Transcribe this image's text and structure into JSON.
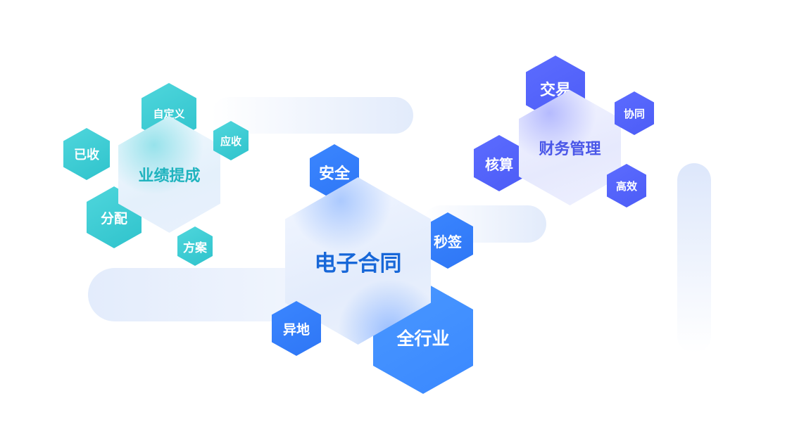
{
  "center": {
    "label": "电子合同",
    "color": "#1767d8"
  },
  "performance": {
    "label": "业绩提成",
    "color": "#1fb3be",
    "tags": {
      "custom": "自定义",
      "receivable": "应收",
      "received": "已收",
      "distribute": "分配",
      "plan": "方案"
    }
  },
  "contract_tags": {
    "security": "安全",
    "instant_sign": "秒签",
    "remote": "异地",
    "all_industry": "全行业"
  },
  "finance": {
    "label": "财务管理",
    "color": "#4a57e8",
    "tags": {
      "transaction": "交易",
      "collaboration": "协同",
      "accounting": "核算",
      "efficient": "高效"
    }
  },
  "colors": {
    "teal": "#2fc3cc",
    "blue": "#2e76f5",
    "blue_light": "#3a88ff",
    "violet": "#4c5cf6"
  }
}
